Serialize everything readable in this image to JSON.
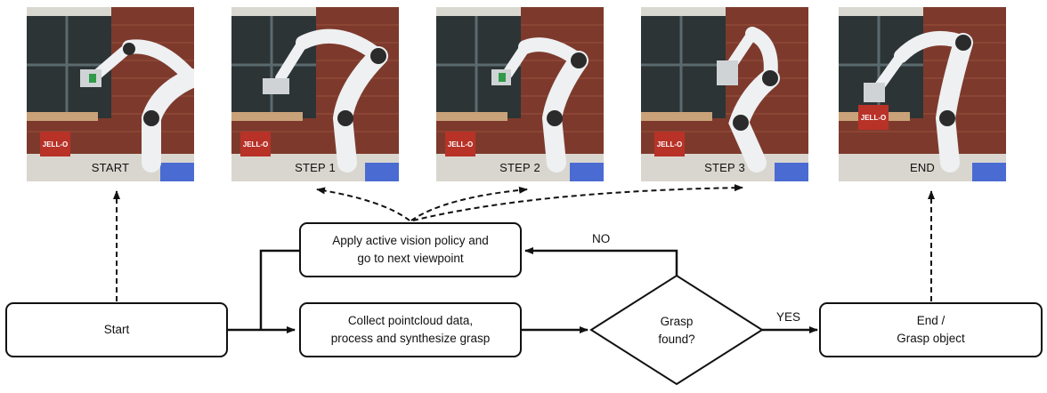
{
  "photos": [
    {
      "id": "start",
      "caption": "START"
    },
    {
      "id": "step1",
      "caption": "STEP 1"
    },
    {
      "id": "step2",
      "caption": "STEP 2"
    },
    {
      "id": "step3",
      "caption": "STEP 3"
    },
    {
      "id": "end",
      "caption": "END"
    }
  ],
  "product_label": "JELL-O",
  "nodes": {
    "start": "Start",
    "active_vision": "Apply active vision policy and\ngo to next viewpoint",
    "collect": "Collect pointcloud data,\nprocess and synthesize grasp",
    "decision": "Grasp\nfound?",
    "end": "End /\nGrasp object"
  },
  "edge_labels": {
    "no": "NO",
    "yes": "YES"
  },
  "colors": {
    "brick": "#8a3b2b",
    "window": "#2c3436",
    "robot": "#eef0f2",
    "joint": "#2b2b2b",
    "box": "#b83228"
  }
}
